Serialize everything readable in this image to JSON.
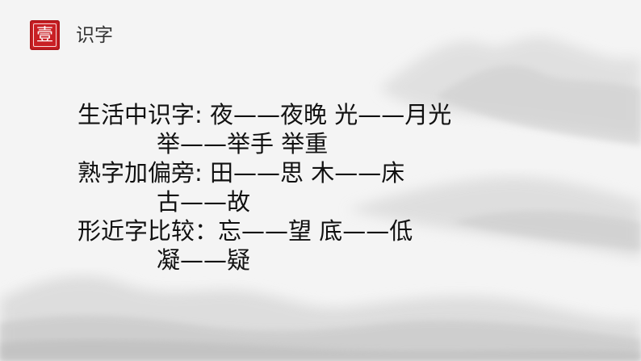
{
  "slide": {
    "seal_char": "壹",
    "section_title": "识字",
    "lines": [
      "生活中识字: 夜——夜晚  光——月光",
      "举——举手  举重",
      "熟字加偏旁: 田——思    木——床",
      "古——故",
      "形近字比较：忘——望    底——低",
      "凝——疑"
    ]
  },
  "colors": {
    "seal_red": "#c91f24",
    "background": "#f4f4f4",
    "text": "#111111"
  }
}
